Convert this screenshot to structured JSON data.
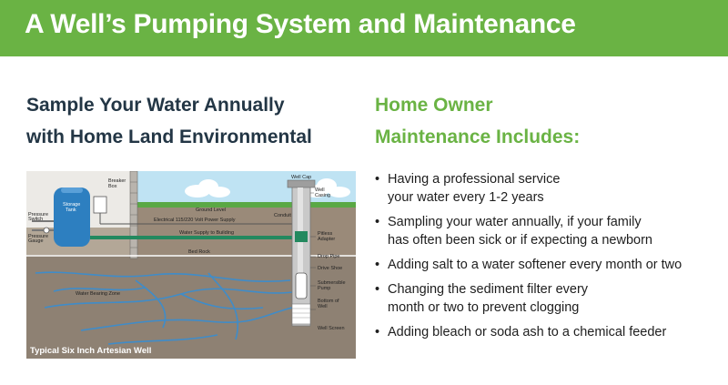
{
  "header": {
    "title": "A Well’s Pumping System and Maintenance"
  },
  "left": {
    "heading_line1": "Sample Your Water Annually",
    "heading_line2": "with Home Land Environmental"
  },
  "right": {
    "heading_line1": "Home Owner",
    "heading_line2": "Maintenance Includes:",
    "bullets": [
      {
        "line1": "Having a professional service",
        "line2": "your water every 1-2 years"
      },
      {
        "line1": "Sampling your water annually, if your family",
        "line2": "has often been sick or if expecting a newborn"
      },
      {
        "line1": "Adding salt to a water softener every month or two",
        "line2": ""
      },
      {
        "line1": "Changing the sediment filter every",
        "line2": "month or two to prevent clogging"
      },
      {
        "line1": "Adding bleach or soda ash to a chemical feeder",
        "line2": ""
      }
    ]
  },
  "diagram": {
    "caption": "Typical Six Inch Artesian Well",
    "labels": {
      "breaker_box": [
        "Breaker",
        "Box"
      ],
      "storage_tank": [
        "Storage",
        "Tank"
      ],
      "pressure_switch": [
        "Pressure",
        "Switch"
      ],
      "pressure_gauge": [
        "Pressure",
        "Gauge"
      ],
      "well_cap": "Well Cap",
      "ground_level": "Ground Level",
      "power_supply": "Electrical 115/220 Volt Power Supply",
      "conduit": "Conduit",
      "well_casing": [
        "Well",
        "Casing"
      ],
      "water_supply": "Water Supply to Building",
      "pitless_adapter": [
        "Pitless",
        "Adapter"
      ],
      "drop_pipe": "Drop Pipe",
      "bed_rock": "Bed Rock",
      "drive_shoe": "Drive Shoe",
      "submersible_pump": [
        "Submersible",
        "Pump"
      ],
      "bottom_of_well": [
        "Bottom of",
        "Well"
      ],
      "water_bearing_zone": "Water Bearing Zone",
      "well_screen": "Well Screen"
    },
    "colors": {
      "sky": "#bfe3f3",
      "soil": "#9a8a79",
      "bedrock": "#8e8173",
      "grass": "#5aa845",
      "tank": "#2d7fc0",
      "water_line": "#23895f"
    }
  }
}
